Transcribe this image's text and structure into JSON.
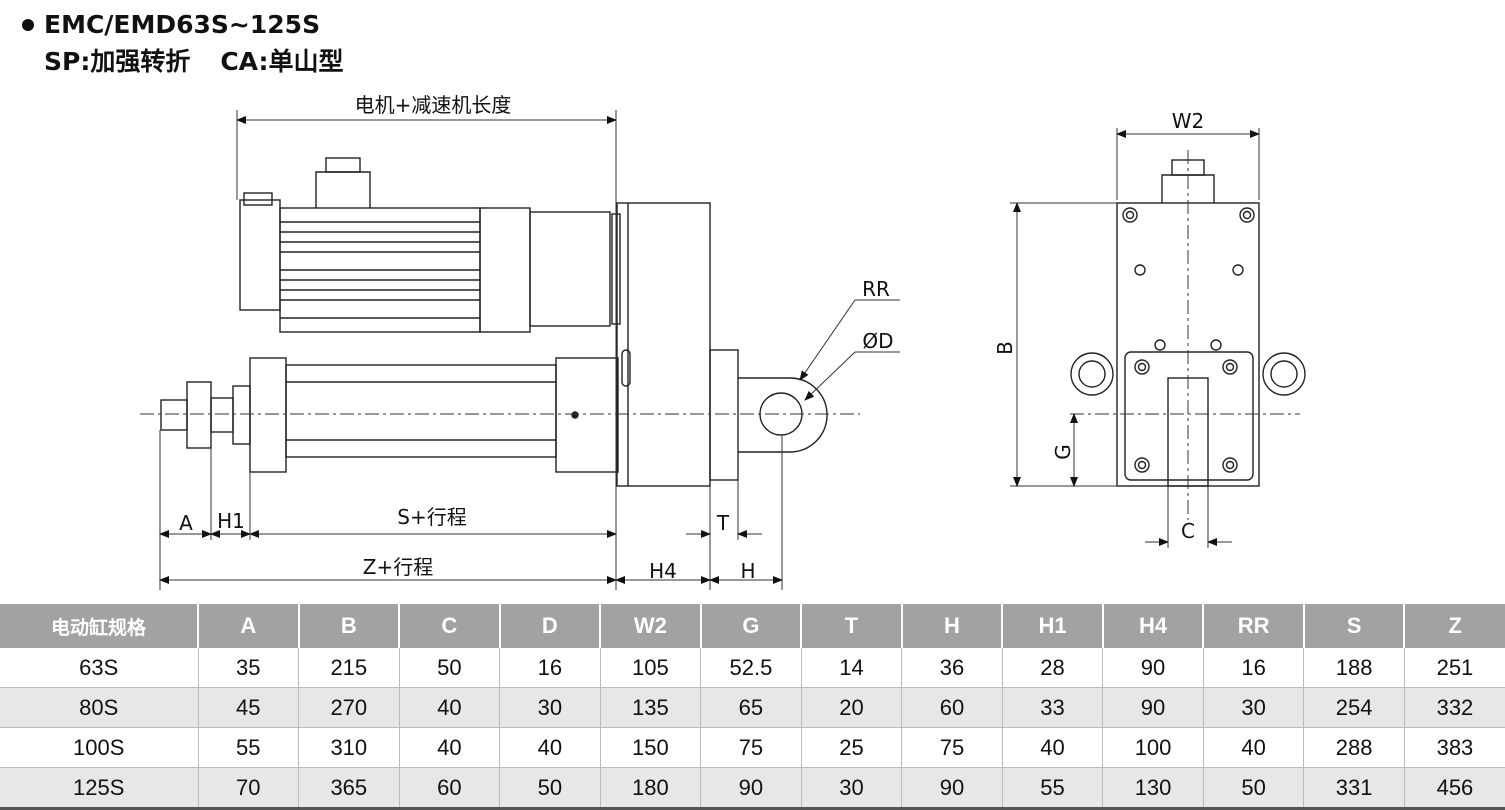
{
  "title": {
    "model": "EMC/EMD63S~125S",
    "sp": "SP:加强转折",
    "ca": "CA:单山型"
  },
  "labels": {
    "motor_length": "电机+减速机长度",
    "rr": "RR",
    "od": "ØD",
    "a": "A",
    "h1": "H1",
    "s_stroke": "S+行程",
    "t": "T",
    "z_stroke": "Z+行程",
    "h4": "H4",
    "h": "H",
    "w2": "W2",
    "b": "B",
    "g": "G",
    "c": "C"
  },
  "table": {
    "headers": [
      "电动缸规格",
      "A",
      "B",
      "C",
      "D",
      "W2",
      "G",
      "T",
      "H",
      "H1",
      "H4",
      "RR",
      "S",
      "Z"
    ],
    "rows": [
      [
        "63S",
        "35",
        "215",
        "50",
        "16",
        "105",
        "52.5",
        "14",
        "36",
        "28",
        "90",
        "16",
        "188",
        "251"
      ],
      [
        "80S",
        "45",
        "270",
        "40",
        "30",
        "135",
        "65",
        "20",
        "60",
        "33",
        "90",
        "30",
        "254",
        "332"
      ],
      [
        "100S",
        "55",
        "310",
        "40",
        "40",
        "150",
        "75",
        "25",
        "75",
        "40",
        "100",
        "40",
        "288",
        "383"
      ],
      [
        "125S",
        "70",
        "365",
        "60",
        "50",
        "180",
        "90",
        "30",
        "90",
        "55",
        "130",
        "50",
        "331",
        "456"
      ]
    ]
  }
}
